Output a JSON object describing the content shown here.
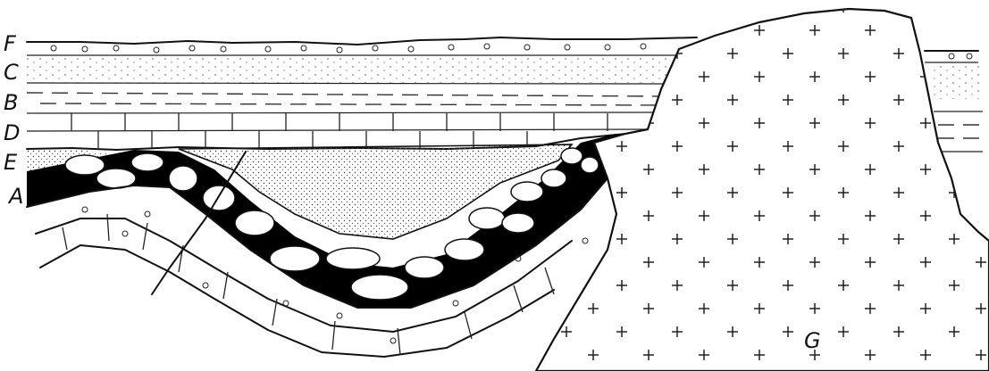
{
  "labels": {
    "F": "F",
    "C": "C",
    "B": "B",
    "D": "D",
    "E": "E",
    "A": "A",
    "G": "G"
  },
  "colors": {
    "ink": "#111111",
    "paper": "#ffffff",
    "conglomerate_black": "#000000"
  }
}
